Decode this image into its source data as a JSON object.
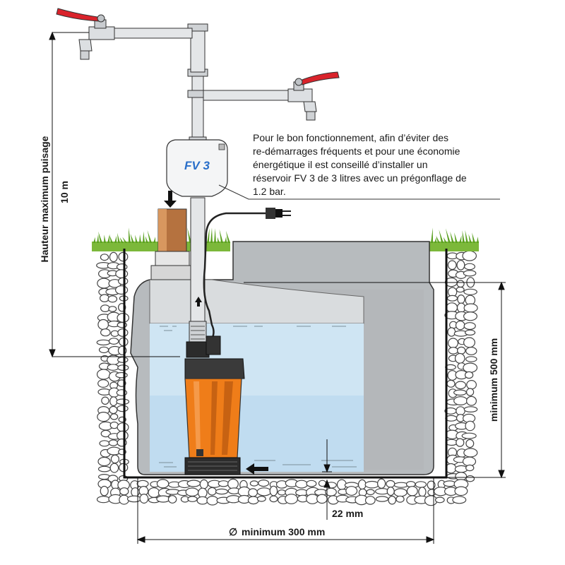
{
  "note": {
    "lines": [
      "Pour le bon fonctionnement, afin d’éviter des",
      "re-démarrages fréquents et pour une économie",
      "énergétique il est conseillé d’installer un",
      "réservoir FV 3 de 3 litres avec un prégonflage de",
      "1.2 bar."
    ]
  },
  "tank_label": "FV 3",
  "dimensions": {
    "max_height_label": "Hauteur maximum puisage",
    "max_height_value": "10 m",
    "min_depth_label": "minimum 500 mm",
    "gap_label": "22 mm",
    "diameter_symbol": "∅",
    "diameter_label": "minimum 300 mm"
  },
  "colors": {
    "grass": "#6ab023",
    "water": "#cfe6f4",
    "pump_body": "#ee7d1a",
    "valve_handle": "#e0262d",
    "tank_gray": "#b9bdc0",
    "pipe": "#dfe2e5"
  }
}
